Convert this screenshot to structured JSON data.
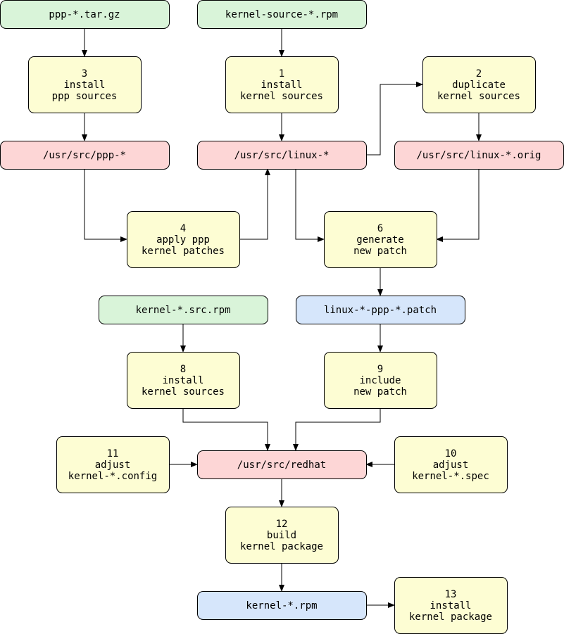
{
  "colors": {
    "source": "#d9f4d9",
    "step": "#fdfdd3",
    "directory": "#fdd6d6",
    "output": "#d6e6fb",
    "line": "#000000"
  },
  "nodes": [
    {
      "id": "ppp_tar",
      "kind": "source",
      "lines": [
        "ppp-*.tar.gz"
      ]
    },
    {
      "id": "kernel_source_rpm",
      "kind": "source",
      "lines": [
        "kernel-source-*.rpm"
      ]
    },
    {
      "id": "step3",
      "kind": "step",
      "lines": [
        "3",
        "install",
        "ppp sources"
      ]
    },
    {
      "id": "step1",
      "kind": "step",
      "lines": [
        "1",
        "install",
        "kernel sources"
      ]
    },
    {
      "id": "step2",
      "kind": "step",
      "lines": [
        "2",
        "duplicate",
        "kernel sources"
      ]
    },
    {
      "id": "usr_src_ppp",
      "kind": "directory",
      "lines": [
        "/usr/src/ppp-*"
      ]
    },
    {
      "id": "usr_src_linux",
      "kind": "directory",
      "lines": [
        "/usr/src/linux-*"
      ]
    },
    {
      "id": "usr_src_linux_orig",
      "kind": "directory",
      "lines": [
        "/usr/src/linux-*.orig"
      ]
    },
    {
      "id": "step4",
      "kind": "step",
      "lines": [
        "4",
        "apply ppp",
        "kernel patches"
      ]
    },
    {
      "id": "step6",
      "kind": "step",
      "lines": [
        "6",
        "generate",
        "new patch"
      ]
    },
    {
      "id": "kernel_src_rpm",
      "kind": "source",
      "lines": [
        "kernel-*.src.rpm"
      ]
    },
    {
      "id": "linux_ppp_patch",
      "kind": "output",
      "lines": [
        "linux-*-ppp-*.patch"
      ]
    },
    {
      "id": "step8",
      "kind": "step",
      "lines": [
        "8",
        "install",
        "kernel sources"
      ]
    },
    {
      "id": "step9",
      "kind": "step",
      "lines": [
        "9",
        "include",
        "new patch"
      ]
    },
    {
      "id": "step11",
      "kind": "step",
      "lines": [
        "11",
        "adjust",
        "kernel-*.config"
      ]
    },
    {
      "id": "usr_src_redhat",
      "kind": "directory",
      "lines": [
        "/usr/src/redhat"
      ]
    },
    {
      "id": "step10",
      "kind": "step",
      "lines": [
        "10",
        "adjust",
        "kernel-*.spec"
      ]
    },
    {
      "id": "step12",
      "kind": "step",
      "lines": [
        "12",
        "build",
        "kernel package"
      ]
    },
    {
      "id": "kernel_rpm",
      "kind": "output",
      "lines": [
        "kernel-*.rpm"
      ]
    },
    {
      "id": "step13",
      "kind": "step",
      "lines": [
        "13",
        "install",
        "kernel package"
      ]
    }
  ],
  "edges": [
    {
      "from": "ppp_tar",
      "to": "step3"
    },
    {
      "from": "kernel_source_rpm",
      "to": "step1"
    },
    {
      "from": "step3",
      "to": "usr_src_ppp"
    },
    {
      "from": "step1",
      "to": "usr_src_linux"
    },
    {
      "from": "usr_src_linux",
      "to": "step2"
    },
    {
      "from": "step2",
      "to": "usr_src_linux_orig"
    },
    {
      "from": "usr_src_ppp",
      "to": "step4"
    },
    {
      "from": "step4",
      "to": "usr_src_linux"
    },
    {
      "from": "usr_src_linux",
      "to": "step6"
    },
    {
      "from": "usr_src_linux_orig",
      "to": "step6"
    },
    {
      "from": "step6",
      "to": "linux_ppp_patch"
    },
    {
      "from": "kernel_src_rpm",
      "to": "step8"
    },
    {
      "from": "linux_ppp_patch",
      "to": "step9"
    },
    {
      "from": "step8",
      "to": "usr_src_redhat"
    },
    {
      "from": "step9",
      "to": "usr_src_redhat"
    },
    {
      "from": "step11",
      "to": "usr_src_redhat"
    },
    {
      "from": "step10",
      "to": "usr_src_redhat"
    },
    {
      "from": "usr_src_redhat",
      "to": "step12"
    },
    {
      "from": "step12",
      "to": "kernel_rpm"
    },
    {
      "from": "kernel_rpm",
      "to": "step13"
    }
  ]
}
